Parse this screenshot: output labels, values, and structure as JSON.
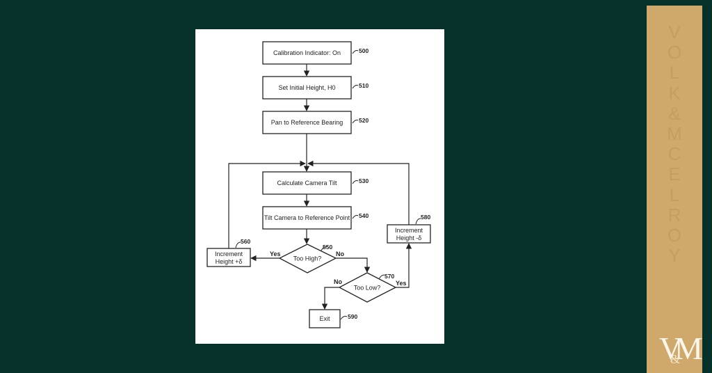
{
  "colors": {
    "background": "#05312a",
    "paper": "#ffffff",
    "brand_panel": "#cfa96c",
    "brand_text": "#c49d61",
    "logo": "#fbf6ec",
    "ink": "#222222"
  },
  "flowchart": {
    "nodes": [
      {
        "id": "500",
        "type": "process",
        "label": "Calibration Indicator: On",
        "ref": "500"
      },
      {
        "id": "510",
        "type": "process",
        "label": "Set Initial Height, H0",
        "ref": "510"
      },
      {
        "id": "520",
        "type": "process",
        "label": "Pan to Reference Bearing",
        "ref": "520"
      },
      {
        "id": "530",
        "type": "process",
        "label": "Calculate Camera Tilt",
        "ref": "530"
      },
      {
        "id": "540",
        "type": "process",
        "label": "Tilt Camera to Reference Point",
        "ref": "540"
      },
      {
        "id": "550",
        "type": "decision",
        "label": "Too High?",
        "ref": "550"
      },
      {
        "id": "560",
        "type": "process",
        "label_lines": [
          "Increment",
          "Height +δ"
        ],
        "ref": "560"
      },
      {
        "id": "570",
        "type": "decision",
        "label": "Too Low?",
        "ref": "570"
      },
      {
        "id": "580",
        "type": "process",
        "label_lines": [
          "Increment",
          "Height -δ"
        ],
        "ref": "580"
      },
      {
        "id": "590",
        "type": "process",
        "label": "Exit",
        "ref": "590"
      }
    ],
    "edges": [
      {
        "from": "500",
        "to": "510",
        "label": ""
      },
      {
        "from": "510",
        "to": "520",
        "label": ""
      },
      {
        "from": "520",
        "to": "530",
        "label": ""
      },
      {
        "from": "530",
        "to": "540",
        "label": ""
      },
      {
        "from": "540",
        "to": "550",
        "label": ""
      },
      {
        "from": "550",
        "to": "560",
        "label": "Yes"
      },
      {
        "from": "550",
        "to": "570",
        "label": "No"
      },
      {
        "from": "560",
        "to": "530",
        "label": ""
      },
      {
        "from": "570",
        "to": "580",
        "label": "Yes"
      },
      {
        "from": "570",
        "to": "590",
        "label": "No"
      },
      {
        "from": "580",
        "to": "530",
        "label": ""
      }
    ]
  },
  "brand": {
    "vertical_letters": [
      "V",
      "O",
      "L",
      "K",
      "&",
      "M",
      "C",
      "E",
      "L",
      "R",
      "O",
      "Y"
    ],
    "logo": {
      "left": "V",
      "amp": "&",
      "right": "M"
    }
  }
}
